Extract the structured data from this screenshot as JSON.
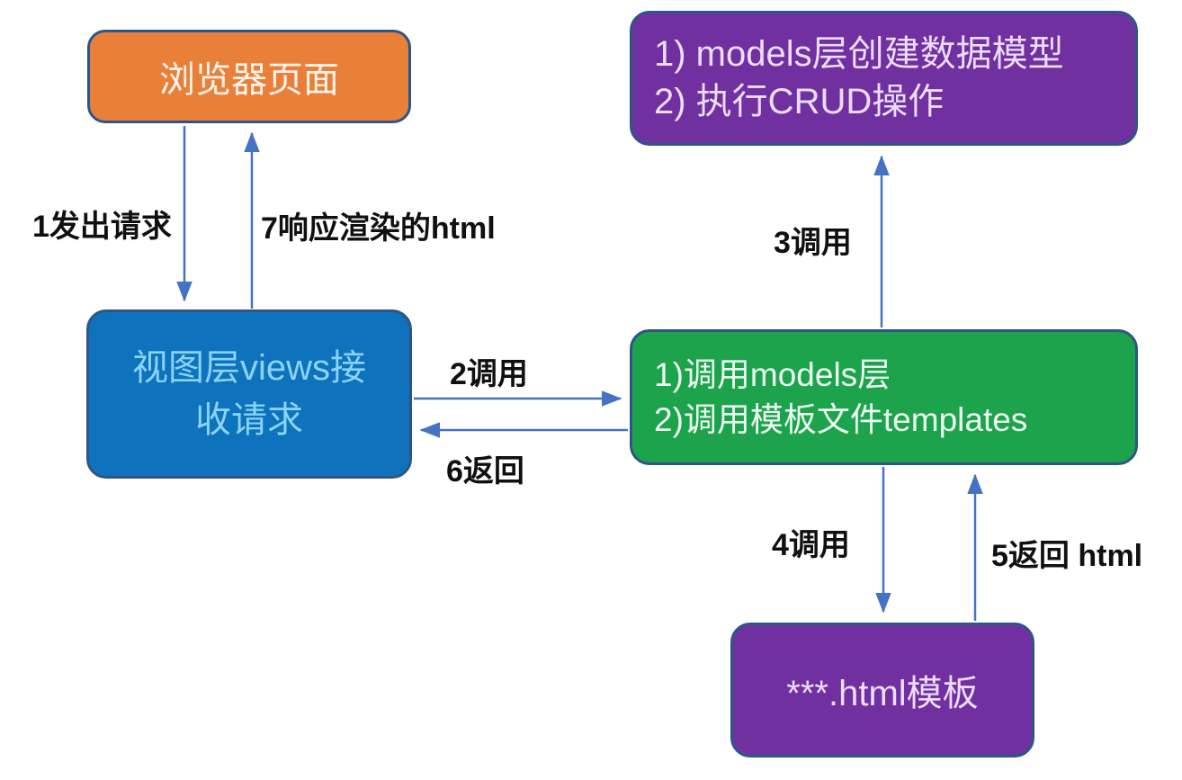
{
  "diagram": {
    "title_implicit": "Django MTV 请求处理流程",
    "nodes": {
      "browser": {
        "label": "浏览器页面"
      },
      "models": {
        "lines": [
          "1) models层创建数据模型",
          "2) 执行CRUD操作"
        ]
      },
      "views": {
        "label": "视图层views接收请求"
      },
      "controller": {
        "lines": [
          "1)调用models层",
          "2)调用模板文件templates"
        ]
      },
      "template": {
        "label": "***.html模板"
      }
    },
    "edges": {
      "e1_request": "1发出请求",
      "e7_response": "7响应渲染的html",
      "e2_call": "2调用",
      "e6_return": "6返回",
      "e3_call": "3调用",
      "e4_call": "4调用",
      "e5_return": "5返回 html"
    },
    "colors": {
      "browser_fill": "#E8803A",
      "models_fill": "#7030A0",
      "views_fill": "#0F72BC",
      "controller_fill": "#1CA34C",
      "template_fill": "#7030A0",
      "node_border": "#2F5588",
      "arrow": "#4472C4",
      "views_text": "#89D3F4",
      "label_text": "#101010"
    }
  }
}
